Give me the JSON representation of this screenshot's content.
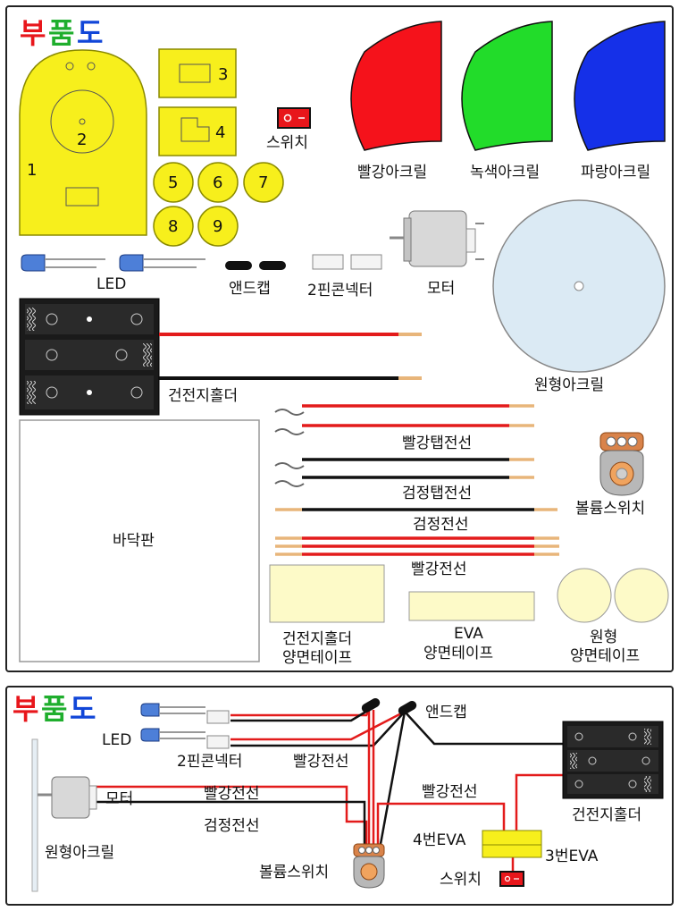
{
  "title": {
    "part1": "부",
    "part2": "품",
    "part3": "도",
    "color1": "#e8161b",
    "color2": "#1fae2d",
    "color3": "#1146d8"
  },
  "parts": {
    "num1": "1",
    "num2": "2",
    "num3": "3",
    "num4": "4",
    "num5": "5",
    "num6": "6",
    "num7": "7",
    "num8": "8",
    "num9": "9",
    "switch": "스위치",
    "red_acrylic": "빨강아크릴",
    "green_acrylic": "녹색아크릴",
    "blue_acrylic": "파랑아크릴",
    "led": "LED",
    "endcap": "앤드캡",
    "pin_connector": "2핀콘넥터",
    "motor": "모터",
    "round_acrylic": "원형아크릴",
    "battery_holder": "건전지홀더",
    "red_tap_wire": "빨강탭전선",
    "black_tap_wire": "검정탭전선",
    "volume_switch": "볼륨스위치",
    "base_plate": "바닥판",
    "black_wire": "검정전선",
    "red_wire": "빨강전선",
    "holder_tape_1": "건전지홀더",
    "holder_tape_2": "양면테이프",
    "eva_1": "EVA",
    "eva_2": "양면테이프",
    "round_tape_1": "원형",
    "round_tape_2": "양면테이프"
  },
  "wiring": {
    "endcap": "앤드캡",
    "led": "LED",
    "pin_connector": "2핀콘넥터",
    "red_wire_center": "빨강전선",
    "motor": "모터",
    "red_wire_left": "빨강전선",
    "black_wire_left": "검정전선",
    "red_wire_right": "빨강전선",
    "round_acrylic": "원형아크릴",
    "volume_switch": "볼륨스위치",
    "eva4": "4번EVA",
    "eva3": "3번EVA",
    "switch": "스위치",
    "battery_holder": "건전지홀더"
  }
}
